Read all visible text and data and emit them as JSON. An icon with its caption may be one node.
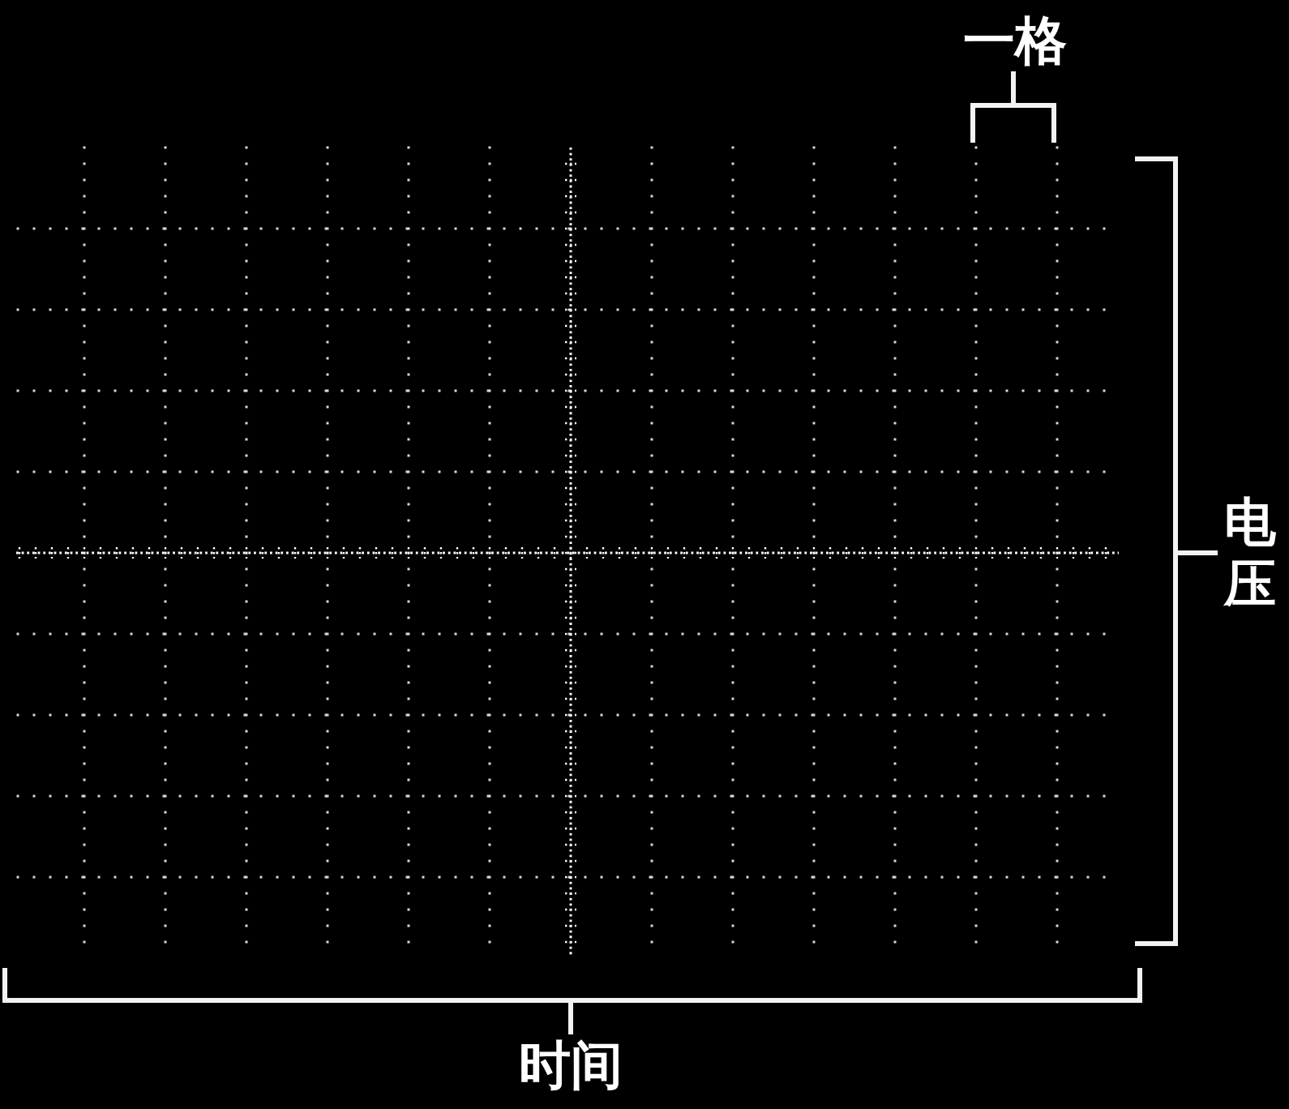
{
  "diagram": {
    "labels": [
      "一格",
      "电压",
      "时间"
    ]
  }
}
